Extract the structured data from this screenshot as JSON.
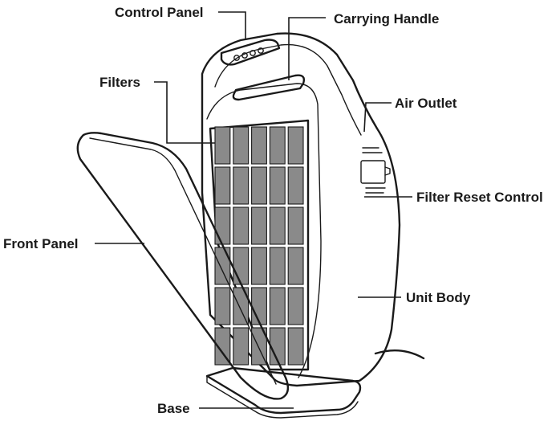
{
  "labels": {
    "control_panel": "Control Panel",
    "carrying_handle": "Carrying Handle",
    "filters": "Filters",
    "air_outlet": "Air Outlet",
    "filter_reset_control": "Filter Reset Control",
    "front_panel": "Front Panel",
    "unit_body": "Unit Body",
    "base": "Base"
  },
  "colors": {
    "outline": "#1a1a1a",
    "filter_fill": "#8a8a8a",
    "background": "#ffffff"
  }
}
